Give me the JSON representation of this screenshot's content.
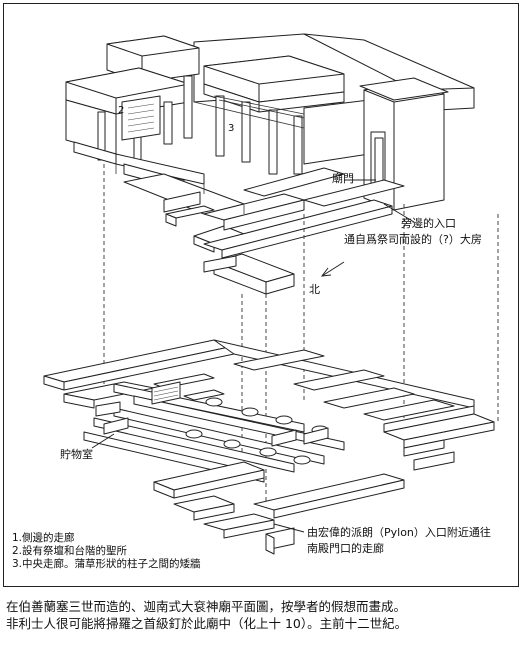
{
  "labels": {
    "temple_gate": "廟門",
    "side_entrance_line1": "旁邊的入口",
    "side_entrance_line2": "通自爲祭司而設的（?）大房",
    "north": "北",
    "storeroom": "貯物室",
    "pylon_line1": "由宏偉的派朗（Pylon）入口附近通往",
    "pylon_line2": "南殿門口的走廊",
    "marker_2": "2",
    "marker_3": "3"
  },
  "legend": [
    "1.側邊的走廊",
    "2.設有祭壇和台階的聖所",
    "3.中央走廊。蒲草形狀的柱子之間的矮牆"
  ],
  "caption": {
    "line1": "在伯善蘭塞三世而造的、迦南式大袞神廟平面圖，按學者的假想而畫成。",
    "line2": "非利士人很可能將掃羅之首級釘於此廟中（化上十 10）。主前十二世紀。"
  }
}
